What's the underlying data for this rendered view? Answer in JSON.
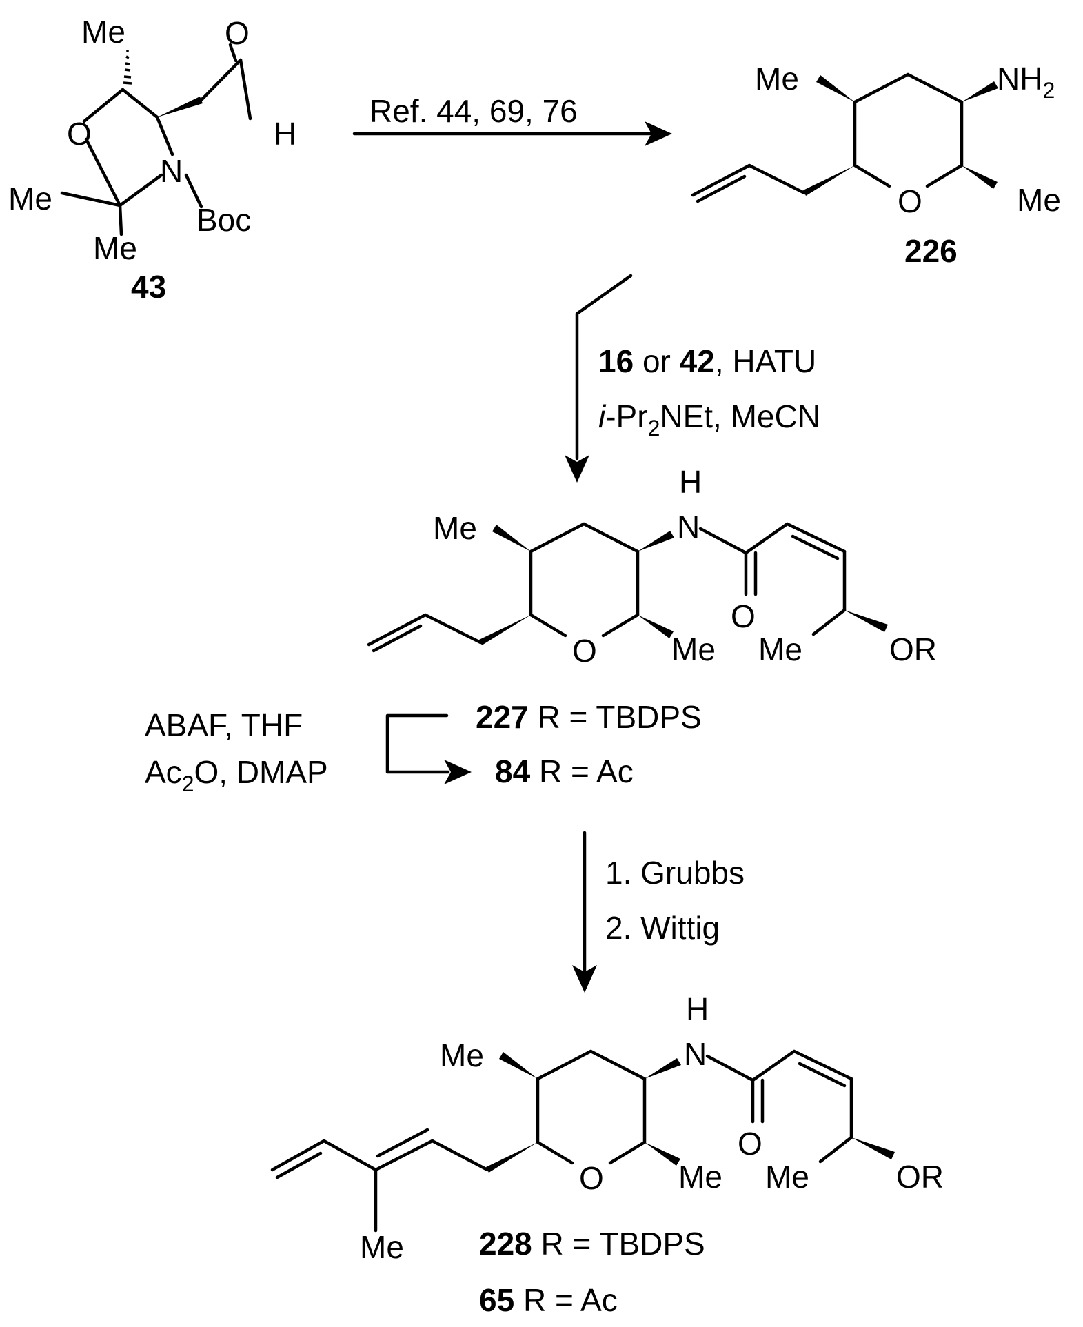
{
  "atoms": {
    "me": "Me",
    "o": "O",
    "n": "N",
    "h": "H",
    "boc": "Boc",
    "nh": "NH",
    "two": "2",
    "or": "OR"
  },
  "compounds": {
    "c43": "43",
    "c226": "226",
    "c227": "227",
    "c227_suffix": " R = TBDPS",
    "c84": "84",
    "c84_suffix": " R = Ac",
    "c228": "228",
    "c228_suffix": " R = TBDPS",
    "c65": "65",
    "c65_suffix": " R = Ac"
  },
  "conditions": {
    "step1": "Ref. 44, 69, 76",
    "step2_a": "16",
    "step2_or": " or ",
    "step2_b": "42",
    "step2_rest": ", HATU",
    "step2_line2_i": "i",
    "step2_line2_pre": "-Pr",
    "step2_line2_sub": "2",
    "step2_line2_post": "NEt, MeCN",
    "step3_line1": "ABAF, THF",
    "step3_line2_pre": "Ac",
    "step3_line2_sub": "2",
    "step3_line2_post": "O, DMAP",
    "step4_line1": "1. Grubbs",
    "step4_line2": "2. Wittig"
  }
}
